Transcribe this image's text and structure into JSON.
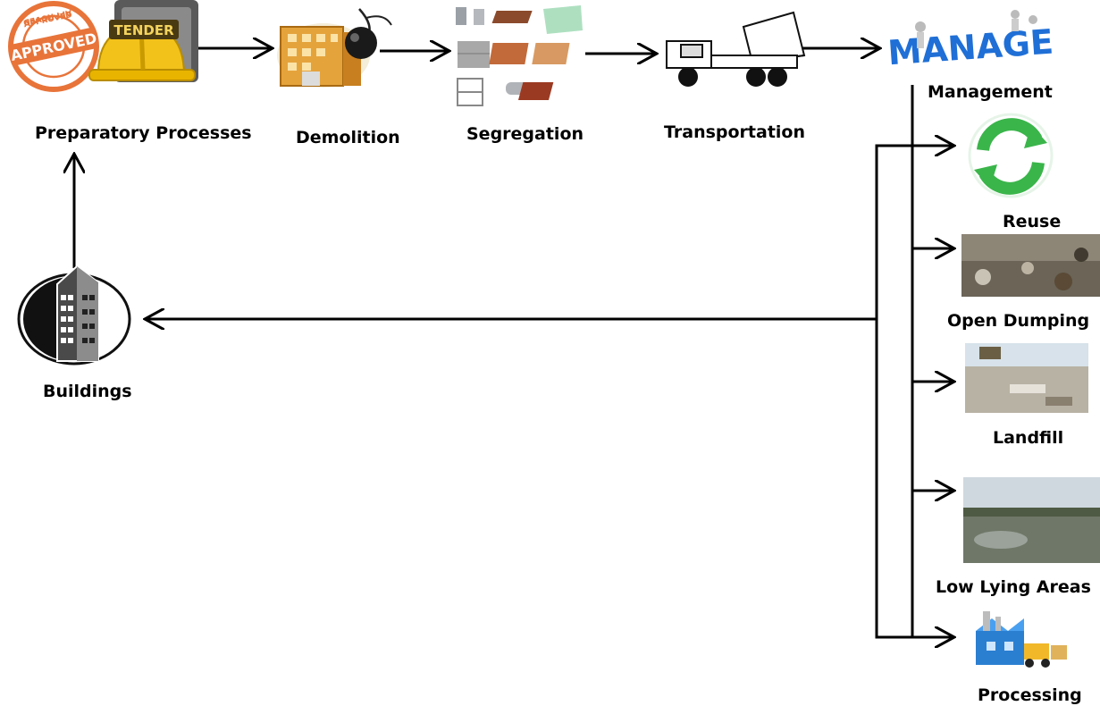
{
  "labels": {
    "preparatory": "Preparatory Processes",
    "demolition": "Demolition",
    "segregation": "Segregation",
    "transportation": "Transportation",
    "management": "Management",
    "reuse": "Reuse",
    "open_dumping": "Open Dumping",
    "landfill": "Landfill",
    "low_lying": "Low Lying Areas",
    "processing": "Processing",
    "buildings": "Buildings"
  },
  "stamp": {
    "top": "APPROVED",
    "middle": "APPROVED",
    "bottom": "APPROVED"
  },
  "tender_sign": "TENDER",
  "manage_word": "MANAGE",
  "colors": {
    "stamp": "#e8743a",
    "helmet": "#f2c21b",
    "recycle": "#3ab54a",
    "manage": "#1f6fd6",
    "arrow": "#000000"
  }
}
